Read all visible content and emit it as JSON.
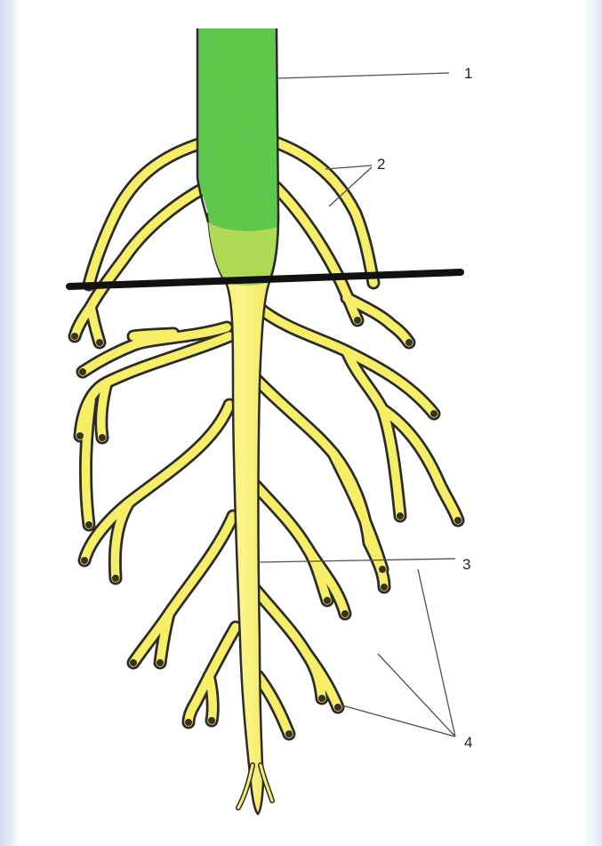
{
  "labels": {
    "stem": "1",
    "adventitious_roots": "2",
    "main_root": "3",
    "lateral_roots": "4"
  },
  "colors": {
    "stem_green": "#4fc53f",
    "root_yellow": "#f7f06a",
    "outline": "#2b2b2b",
    "soil_line": "#111111"
  }
}
